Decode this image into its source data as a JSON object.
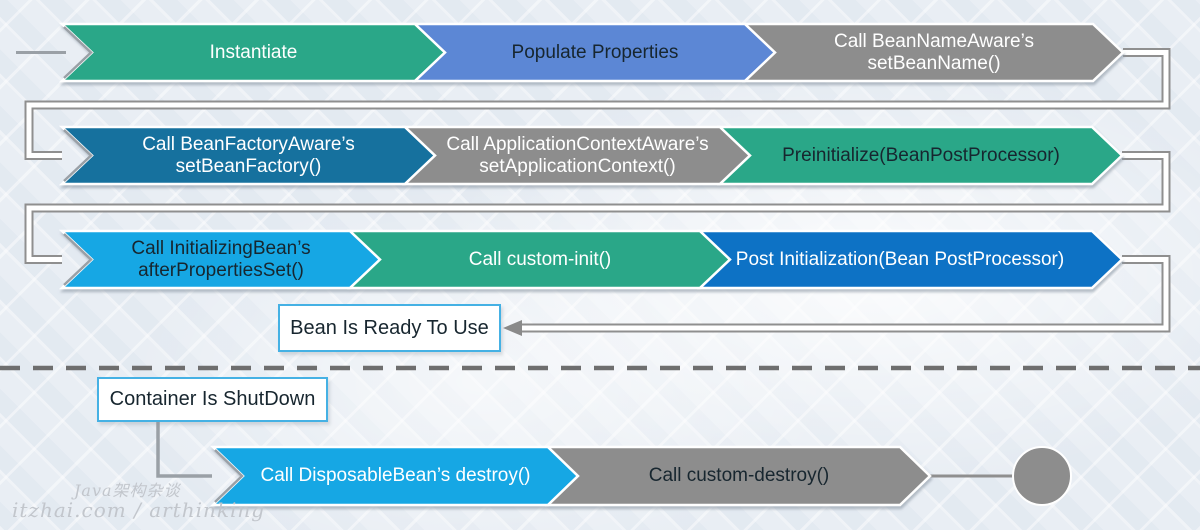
{
  "colors": {
    "background": "#e9eef4",
    "connector": "#8f8f8f",
    "divider": "#6e6e6e",
    "terminator_fill": "#8d8d8d",
    "box_border": "#45b1e4",
    "box_background": "#ffffff",
    "text_dark": "#17262f",
    "text_light": "#ffffff"
  },
  "rows": [
    {
      "arrows": [
        {
          "label": "Instantiate",
          "color": "#2aa788",
          "text_color": "#ffffff"
        },
        {
          "label": "Populate Properties",
          "color": "#5b87d5",
          "text_color": "#17262f"
        },
        {
          "label": "Call BeanNameAware’s setBeanName()",
          "color": "#8d8d8d",
          "text_color": "#ffffff"
        }
      ]
    },
    {
      "arrows": [
        {
          "label": "Call BeanFactoryAware’s setBeanFactory()",
          "color": "#15719e",
          "text_color": "#ffffff"
        },
        {
          "label": "Call ApplicationContextAware’s setApplicationContext()",
          "color": "#8d8d8d",
          "text_color": "#ffffff"
        },
        {
          "label": "Preinitialize(BeanPostProcessor)",
          "color": "#2aa788",
          "text_color": "#17262f"
        }
      ]
    },
    {
      "arrows": [
        {
          "label": "Call InitializingBean’s afterPropertiesSet()",
          "color": "#17a7e4",
          "text_color": "#17262f"
        },
        {
          "label": "Call custom-init()",
          "color": "#2aa788",
          "text_color": "#ffffff"
        },
        {
          "label": "Post Initialization(Bean PostProcessor)",
          "color": "#0e72c5",
          "text_color": "#ffffff"
        }
      ]
    },
    {
      "arrows": [
        {
          "label": "Call DisposableBean’s destroy()",
          "color": "#17a7e4",
          "text_color": "#ffffff"
        },
        {
          "label": "Call custom-destroy()",
          "color": "#8d8d8d",
          "text_color": "#17262f"
        }
      ]
    }
  ],
  "boxes": {
    "bean_ready": {
      "label": "Bean Is Ready To Use"
    },
    "container_shutdown": {
      "label": "Container Is ShutDown"
    }
  },
  "watermark": {
    "brand": "Java架构杂谈",
    "site": "itzhai.com / arthinking"
  }
}
